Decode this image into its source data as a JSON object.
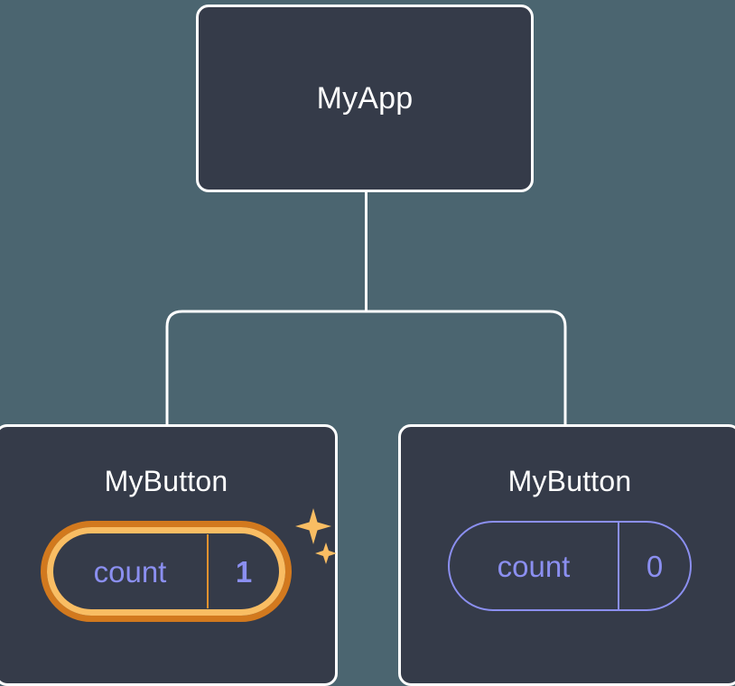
{
  "diagram": {
    "type": "component-tree",
    "title_text": "MyApp",
    "colors": {
      "background": "#4b6570",
      "card_fill": "#353b49",
      "card_border": "#ffffff",
      "edge": "#ffffff",
      "state_text": "#8b8ff0",
      "state_border": "#8b8ff0",
      "highlight_outer": "#d2791e",
      "highlight_inner": "#f9bd63",
      "sparkle": "#f9bd63"
    },
    "root": {
      "label": "MyApp"
    },
    "children": [
      {
        "label": "MyButton",
        "state": {
          "key": "count",
          "value": "1"
        },
        "highlighted": true,
        "sparkle_count": 2
      },
      {
        "label": "MyButton",
        "state": {
          "key": "count",
          "value": "0"
        },
        "highlighted": false,
        "sparkle_count": 0
      }
    ]
  }
}
